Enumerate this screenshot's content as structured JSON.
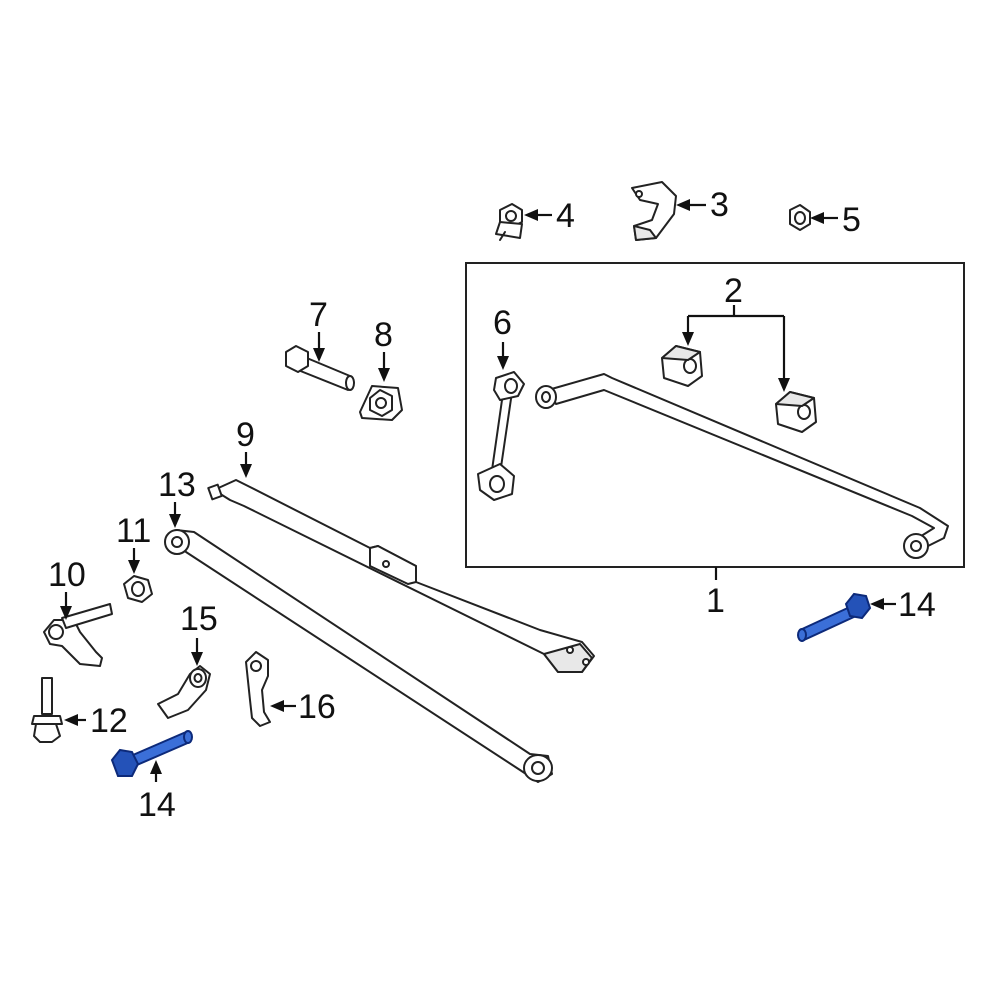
{
  "diagram": {
    "labels": {
      "l1": "1",
      "l2": "2",
      "l3": "3",
      "l4": "4",
      "l5": "5",
      "l6": "6",
      "l7": "7",
      "l8": "8",
      "l9": "9",
      "l10": "10",
      "l11": "11",
      "l12": "12",
      "l13": "13",
      "l14a": "14",
      "l14b": "14",
      "l15": "15",
      "l16": "16"
    },
    "colors": {
      "highlight": "#3b6fd8",
      "outline": "#222222",
      "background": "#ffffff"
    }
  }
}
